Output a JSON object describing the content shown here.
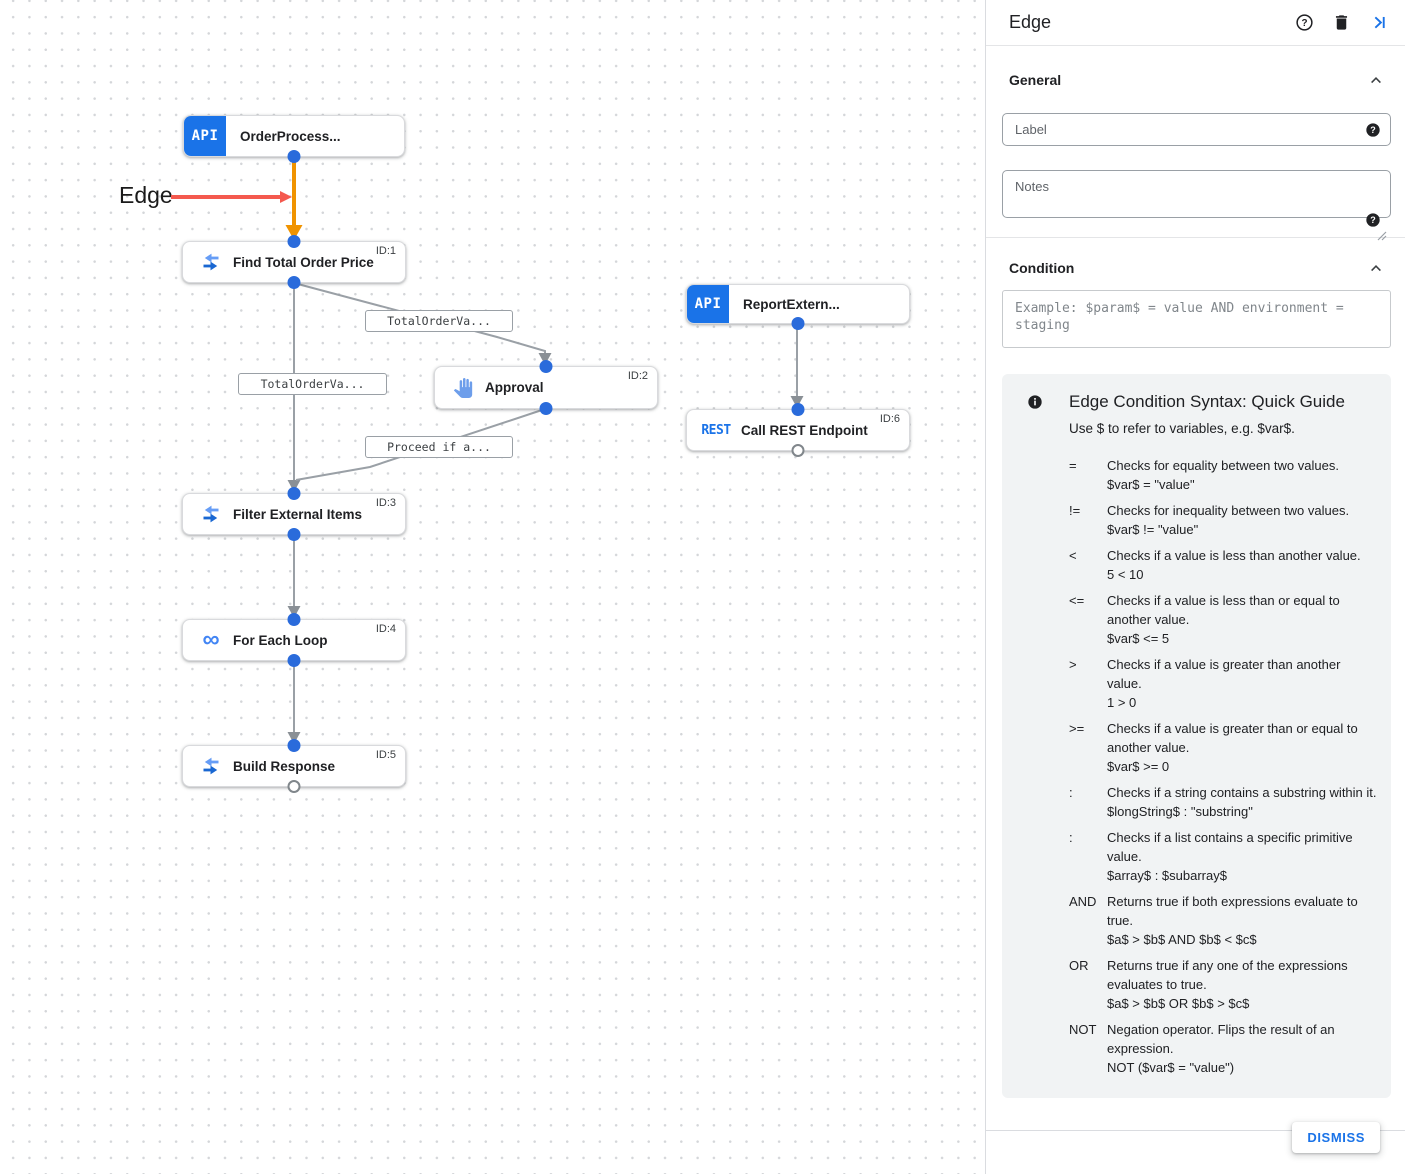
{
  "canvas": {
    "annotation_label": "Edge",
    "nodes": [
      {
        "title": "OrderProcess...",
        "badge": "API"
      },
      {
        "title": "Find Total Order Price",
        "id_label": "ID:1"
      },
      {
        "title": "Approval",
        "id_label": "ID:2"
      },
      {
        "title": "Filter External Items",
        "id_label": "ID:3"
      },
      {
        "title": "For Each Loop",
        "id_label": "ID:4",
        "icon_glyph": "∞"
      },
      {
        "title": "Build Response",
        "id_label": "ID:5"
      },
      {
        "title": "ReportExtern...",
        "badge": "API"
      },
      {
        "title": "Call REST Endpoint",
        "id_label": "ID:6",
        "icon_label": "REST"
      }
    ],
    "edge_labels": [
      "TotalOrderVa...",
      "TotalOrderVa...",
      "Proceed if a..."
    ]
  },
  "panel": {
    "title": "Edge",
    "sections": {
      "general": "General",
      "condition": "Condition"
    },
    "fields": {
      "label_placeholder": "Label",
      "notes_placeholder": "Notes",
      "condition_placeholder": "Example: $param$ = value AND environment = staging"
    },
    "guide": {
      "title": "Edge Condition Syntax: Quick Guide",
      "subtitle": "Use $ to refer to variables, e.g. $var$.",
      "rows": [
        {
          "op": "=",
          "desc": "Checks for equality between two values.",
          "example": "$var$ = \"value\""
        },
        {
          "op": "!=",
          "desc": "Checks for inequality between two values.",
          "example": "$var$ != \"value\""
        },
        {
          "op": "<",
          "desc": "Checks if a value is less than another value.",
          "example": "5 < 10"
        },
        {
          "op": "<=",
          "desc": "Checks if a value is less than or equal to another value.",
          "example": "$var$ <= 5"
        },
        {
          "op": ">",
          "desc": "Checks if a value is greater than another value.",
          "example": "1 > 0"
        },
        {
          "op": ">=",
          "desc": "Checks if a value is greater than or equal to another value.",
          "example": "$var$ >= 0"
        },
        {
          "op": ":",
          "desc": "Checks if a string contains a substring within it.",
          "example": "$longString$ : \"substring\""
        },
        {
          "op": ":",
          "desc": "Checks if a list contains a specific primitive value.",
          "example": "$array$ : $subarray$"
        },
        {
          "op": "AND",
          "desc": "Returns true if both expressions evaluate to true.",
          "example": "$a$ > $b$ AND $b$ < $c$"
        },
        {
          "op": "OR",
          "desc": "Returns true if any one of the expressions evaluates to true.",
          "example": "$a$ > $b$ OR $b$ > $c$"
        },
        {
          "op": "NOT",
          "desc": "Negation operator. Flips the result of an expression.",
          "example": "NOT ($var$ = \"value\")"
        }
      ]
    },
    "dismiss_label": "DISMISS"
  },
  "colors": {
    "accent_blue": "#1a73e8",
    "edge_highlight_orange": "#f09300",
    "annotation_red": "#f4594e",
    "edge_gray": "#9aa0a6",
    "guide_background": "#f1f3f4"
  }
}
